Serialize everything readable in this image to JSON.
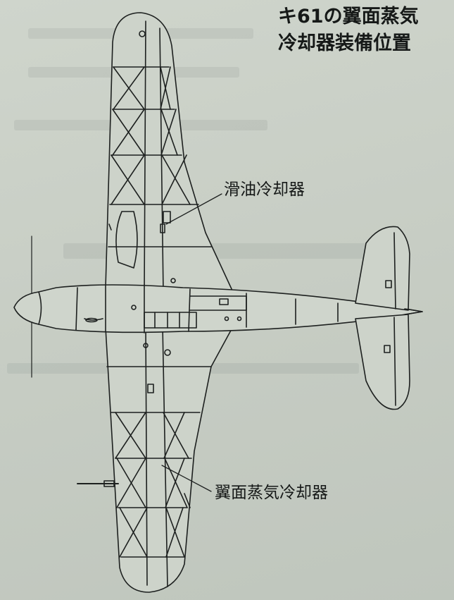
{
  "caption": {
    "line1": "キ61の翼面蒸気",
    "line2": "冷却器装備位置"
  },
  "callouts": {
    "oil_cooler": "滑油冷却器",
    "wing_steam_cooler": "翼面蒸気冷却器"
  },
  "colors": {
    "paper": "#c9cfc6",
    "ink": "#1a1d1c"
  }
}
